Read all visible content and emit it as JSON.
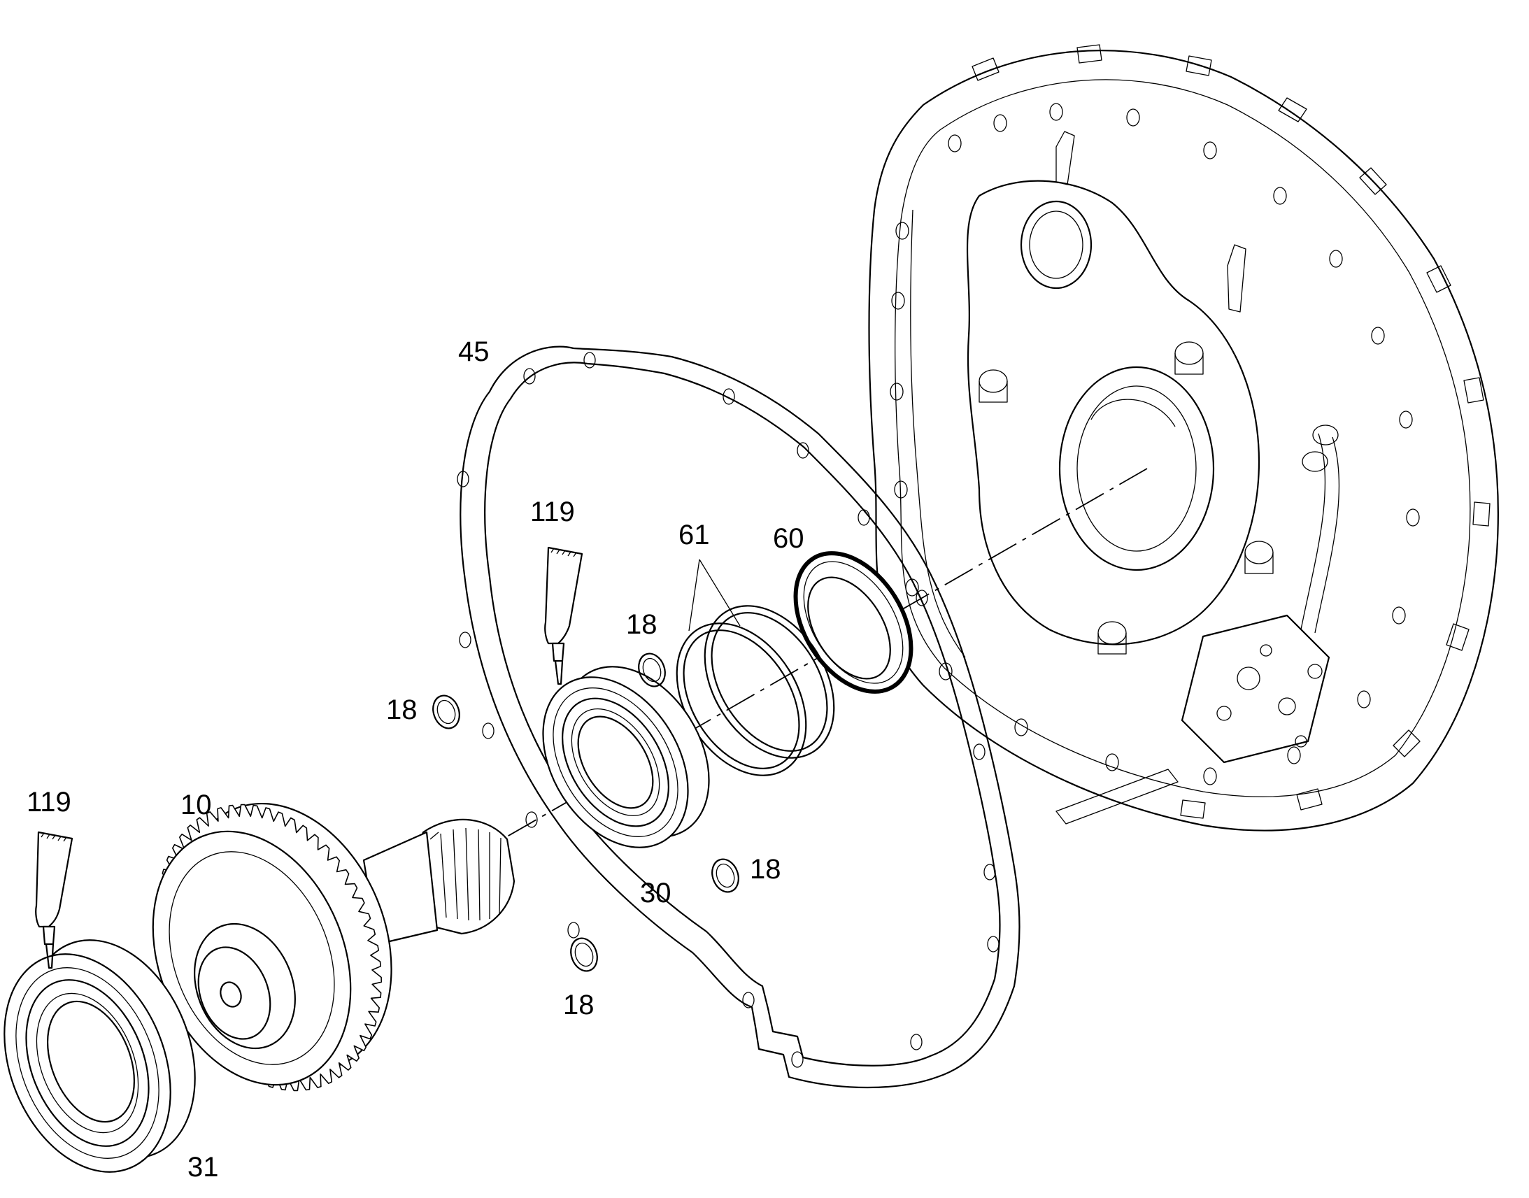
{
  "labels": {
    "gasket": "45",
    "sealant_upper": "119",
    "sealant_lower": "119",
    "snap_rings": "61",
    "shaft_seal": "60",
    "oring_upper": "18",
    "oring_left": "18",
    "oring_right": "18",
    "oring_bottom": "18",
    "bearing_inner": "30",
    "bearing_outer": "31",
    "gear_shaft": "10"
  },
  "colors": {
    "line": "#000000",
    "background": "#ffffff"
  }
}
